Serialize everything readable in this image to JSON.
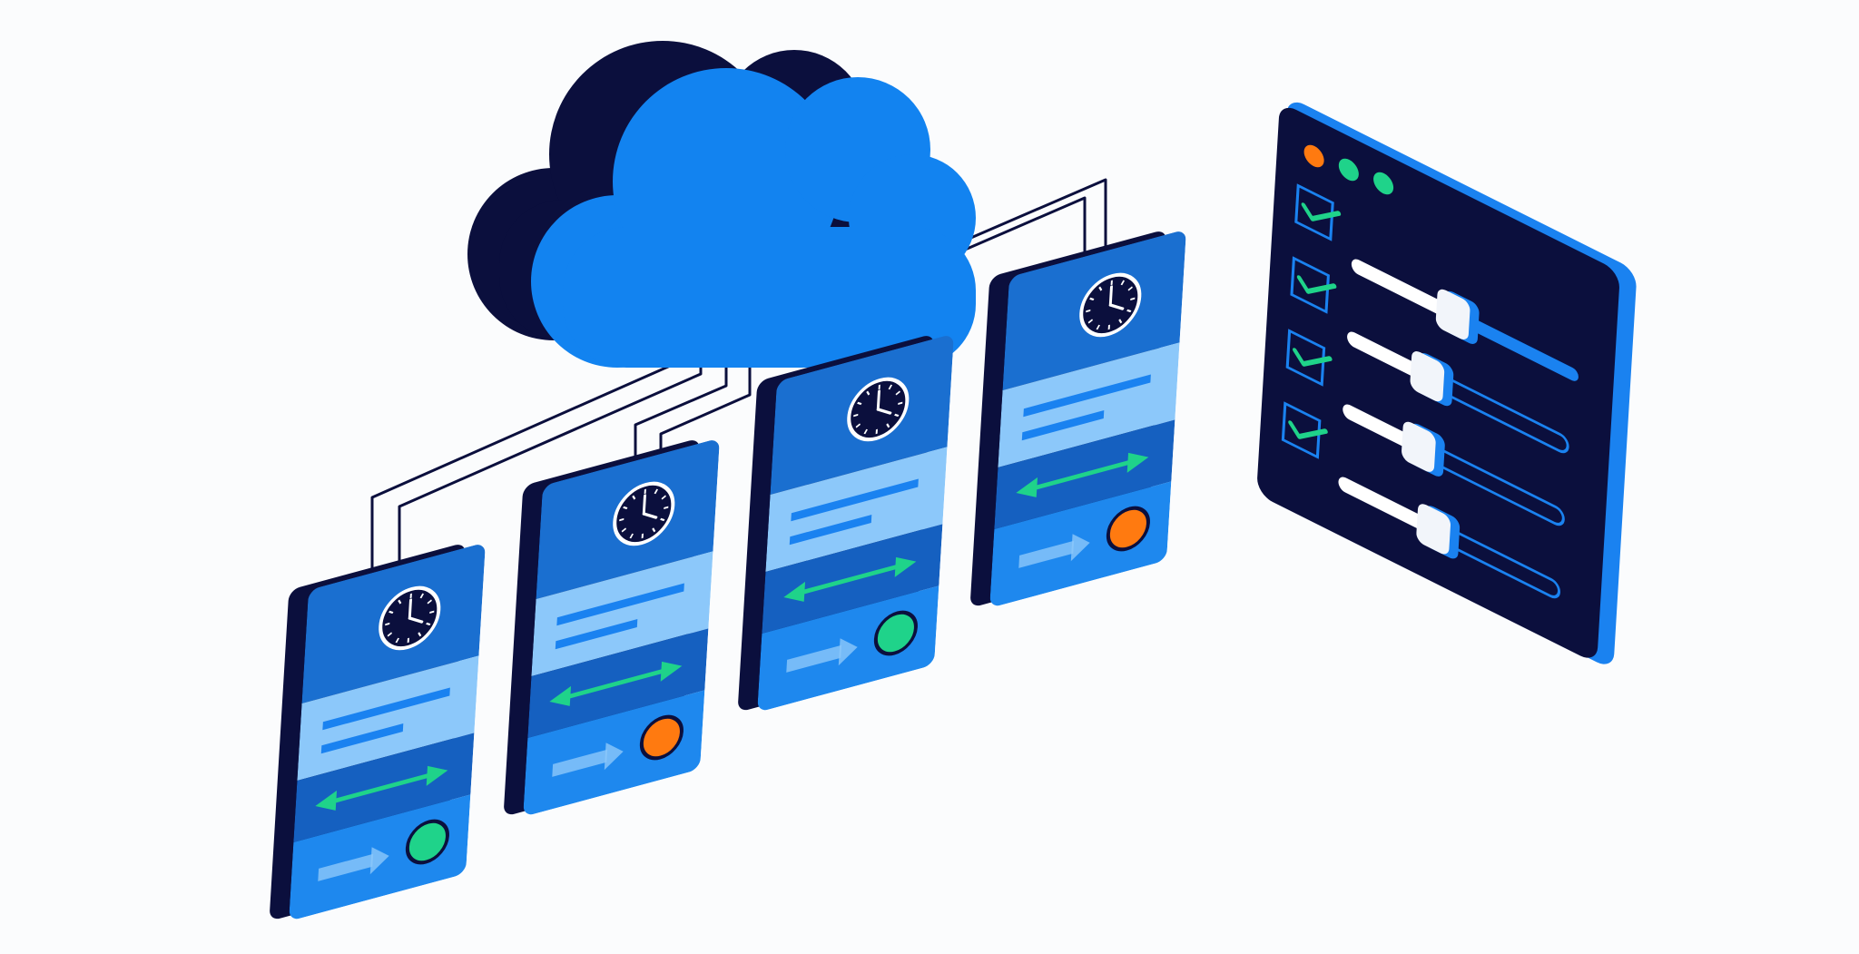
{
  "colors": {
    "background": "#fbfcfd",
    "navy": "#0b0f3d",
    "cloud_blue": "#1283f0",
    "card_top": "#1a6fd0",
    "card_band_light": "#8cc8fa",
    "card_band_dark": "#1560c0",
    "card_bottom": "#1e88ee",
    "line_blue": "#1a82f0",
    "arrow_green": "#1fd38a",
    "status_green": "#1fd38a",
    "status_orange": "#ff7a10",
    "panel_edge": "#1a82f0",
    "handle_white": "#f2f5fa"
  },
  "cloud": {
    "icon": "cloud-icon"
  },
  "cards": [
    {
      "clock_icon": "clock-icon",
      "exchange_icon": "double-arrow-icon",
      "forward_icon": "arrow-right-icon",
      "status": "green"
    },
    {
      "clock_icon": "clock-icon",
      "exchange_icon": "double-arrow-icon",
      "forward_icon": "arrow-right-icon",
      "status": "orange"
    },
    {
      "clock_icon": "clock-icon",
      "exchange_icon": "double-arrow-icon",
      "forward_icon": "arrow-right-icon",
      "status": "green"
    },
    {
      "clock_icon": "clock-icon",
      "exchange_icon": "double-arrow-icon",
      "forward_icon": "arrow-right-icon",
      "status": "orange"
    }
  ],
  "panel": {
    "window_dots": [
      "orange",
      "green",
      "green"
    ],
    "rows": [
      {
        "checked": true,
        "slider_value": 0.45
      },
      {
        "checked": true,
        "slider_value": 0.35
      },
      {
        "checked": true,
        "slider_value": 0.33
      },
      {
        "checked": true,
        "slider_value": 0.42
      }
    ]
  }
}
